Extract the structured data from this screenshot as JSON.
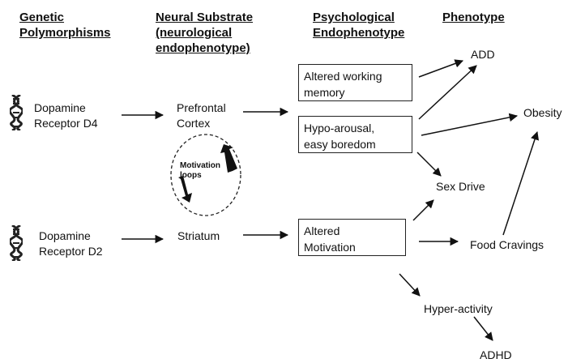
{
  "headers": {
    "genetic": [
      "Genetic",
      "Polymorphisms"
    ],
    "neural": [
      "Neural Substrate",
      "(neurological",
      "endophenotype)"
    ],
    "psych": [
      "Psychological",
      "Endophenotype"
    ],
    "phenotype": "Phenotype"
  },
  "genes": {
    "d4": [
      "Dopamine",
      "Receptor D4"
    ],
    "d2": [
      "Dopamine",
      "Receptor D2"
    ]
  },
  "neural": {
    "prefrontal": [
      "Prefrontal",
      "Cortex"
    ],
    "loops": [
      "Motivation",
      "loops"
    ],
    "striatum": "Striatum"
  },
  "psych": {
    "working_memory": [
      "Altered working",
      "memory"
    ],
    "hypo_arousal": [
      "Hypo-arousal,",
      "easy boredom"
    ],
    "motivation": [
      "Altered",
      "Motivation"
    ]
  },
  "phenotypes": {
    "add": "ADD",
    "obesity": "Obesity",
    "sex_drive": "Sex Drive",
    "food_cravings": "Food Cravings",
    "hyperactivity": "Hyper-activity",
    "adhd": "ADHD"
  },
  "icons": {
    "dna": "dna-helix-icon"
  }
}
